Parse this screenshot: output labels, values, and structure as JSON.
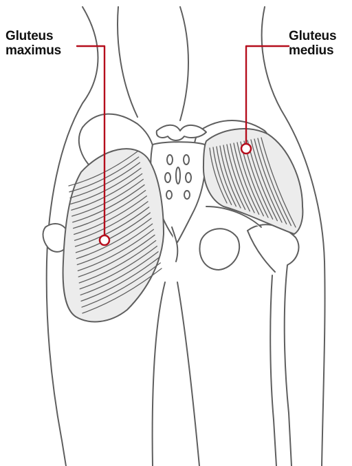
{
  "labels": {
    "gluteus_maximus": {
      "line1": "Gluteus",
      "line2": "maximus"
    },
    "gluteus_medius": {
      "line1": "Gluteus",
      "line2": "medius"
    }
  },
  "colors": {
    "leader": "#b50d1c",
    "outline": "#5e5e5e",
    "muscle_fill": "#ececec",
    "bone_fill": "#ffffff",
    "text": "#111111"
  }
}
